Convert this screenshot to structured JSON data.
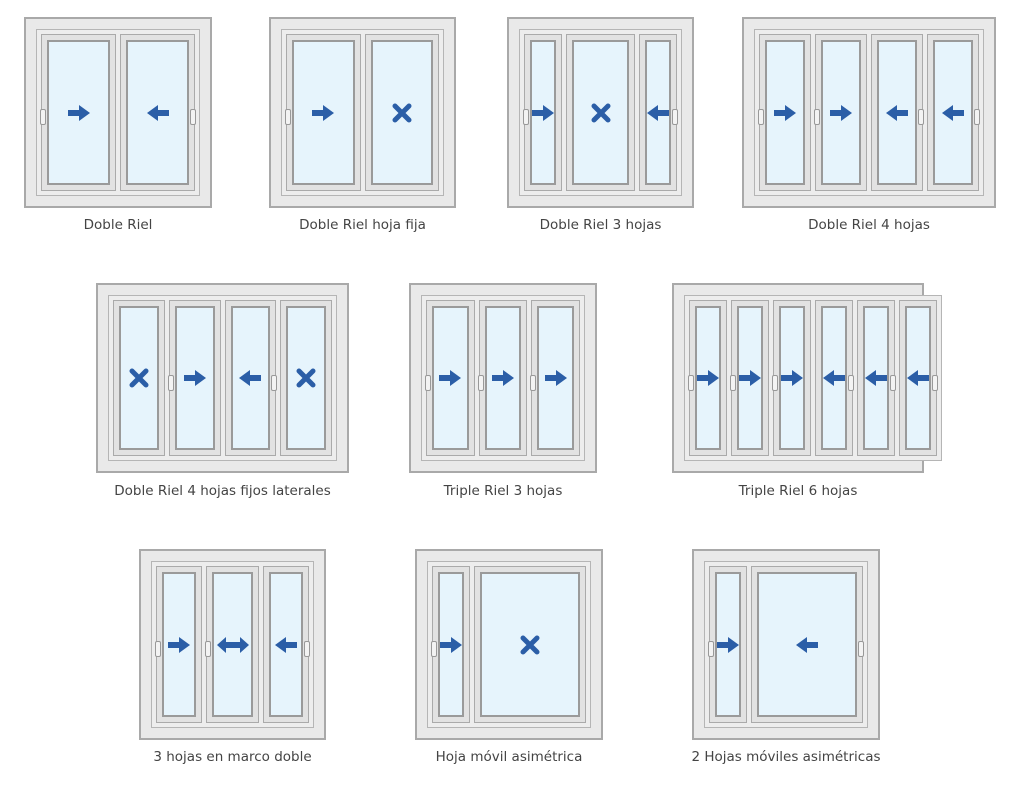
{
  "colors": {
    "arrow": "#2b5ea7",
    "glass": "#e6f4fc",
    "frame": "#e9e9e9"
  },
  "windows": [
    {
      "label": "Doble Riel",
      "panes": [
        "arrow-right",
        "arrow-left"
      ]
    },
    {
      "label": "Doble Riel hoja fija",
      "panes": [
        "arrow-right",
        "fixed-x"
      ]
    },
    {
      "label": "Doble Riel 3 hojas",
      "panes": [
        "arrow-right",
        "fixed-x",
        "arrow-left"
      ]
    },
    {
      "label": "Doble Riel 4 hojas",
      "panes": [
        "arrow-right",
        "arrow-right",
        "arrow-left",
        "arrow-left"
      ]
    },
    {
      "label": "Doble Riel 4 hojas fijos laterales",
      "panes": [
        "fixed-x",
        "arrow-right",
        "arrow-left",
        "fixed-x"
      ]
    },
    {
      "label": "Triple Riel 3 hojas",
      "panes": [
        "arrow-right",
        "arrow-right",
        "arrow-right"
      ]
    },
    {
      "label": "Triple Riel 6 hojas",
      "panes": [
        "arrow-right",
        "arrow-right",
        "arrow-right",
        "arrow-left",
        "arrow-left",
        "arrow-left"
      ]
    },
    {
      "label": "3 hojas en marco doble",
      "panes": [
        "arrow-right",
        "arrow-both",
        "arrow-left"
      ]
    },
    {
      "label": "Hoja móvil asimétrica",
      "panes": [
        "arrow-right",
        "fixed-x"
      ]
    },
    {
      "label": "2 Hojas móviles asimétricas",
      "panes": [
        "arrow-right",
        "arrow-left"
      ]
    }
  ]
}
